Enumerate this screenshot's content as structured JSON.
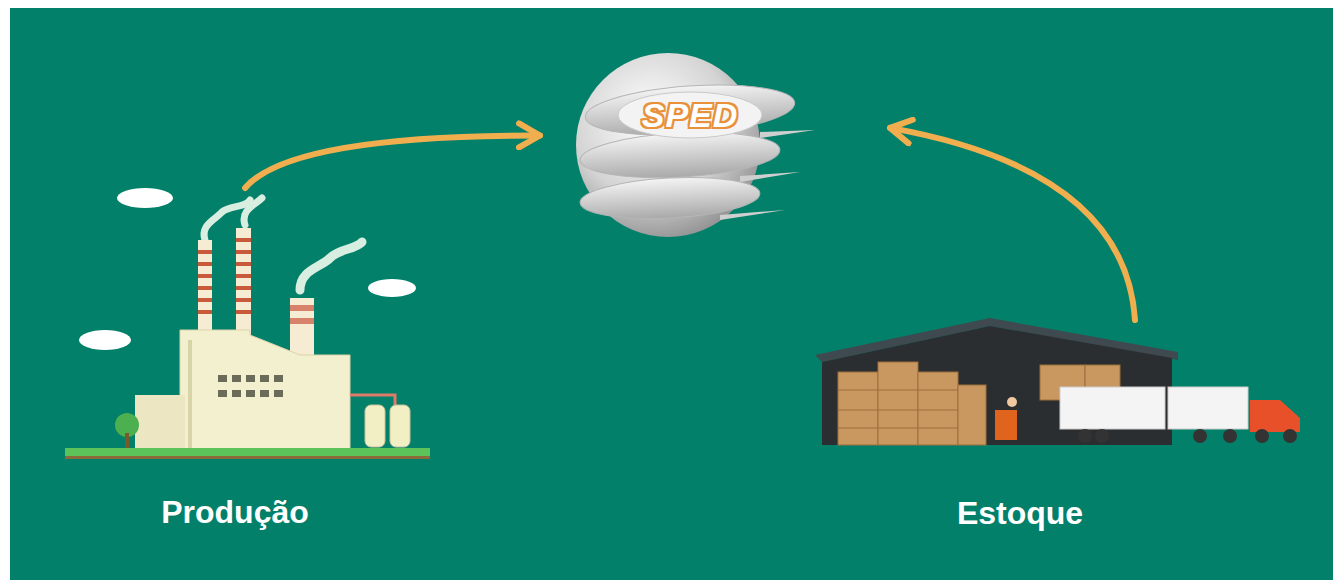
{
  "diagram": {
    "nodes": [
      {
        "text": [
          "SPED"
        ]
      },
      {
        "text": [
          "Produção"
        ]
      },
      {
        "text": [
          "Estoque"
        ]
      }
    ],
    "edges": [
      {
        "from": 1,
        "to": 0,
        "arrow": "to"
      },
      {
        "from": 2,
        "to": 0,
        "arrow": "to"
      }
    ]
  }
}
